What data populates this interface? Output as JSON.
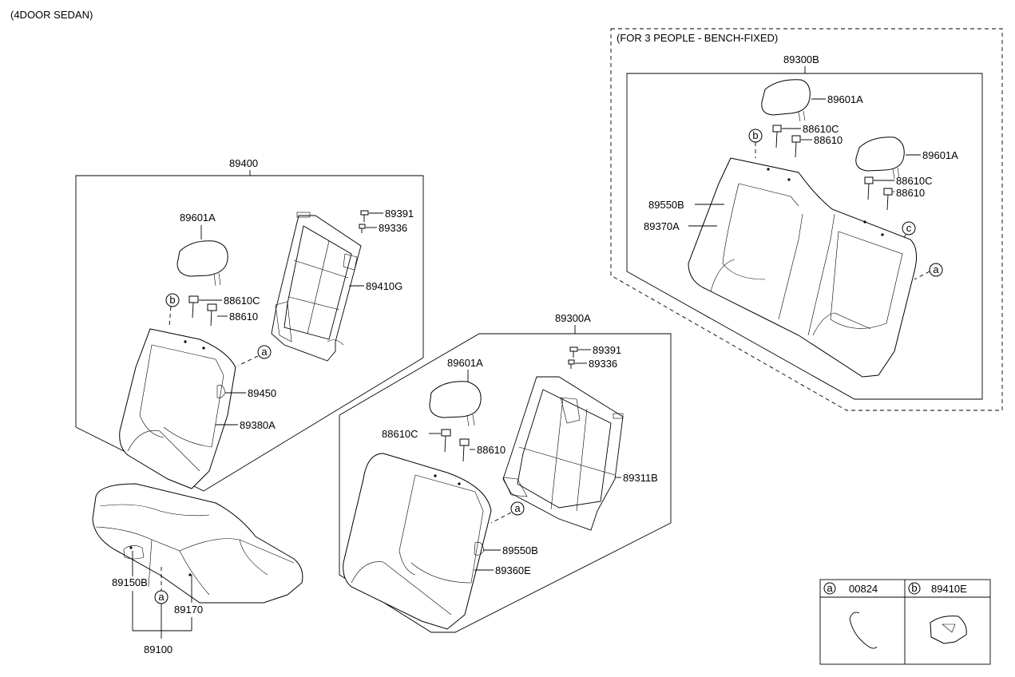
{
  "header": {
    "variant": "(4DOOR SEDAN)"
  },
  "bench_option": {
    "caption": "(FOR 3 PEOPLE - BENCH-FIXED)",
    "assembly": "89300B",
    "headrest_1": "89601A",
    "headrest_2": "89601A",
    "guide_1": "88610C",
    "guide_2": "88610",
    "guide_3": "88610C",
    "guide_4": "88610",
    "cover_tag": "89550B",
    "cover": "89370A",
    "marker_b": "b",
    "marker_c": "c",
    "marker_a": "a"
  },
  "left_back": {
    "assembly": "89400",
    "headrest": "89601A",
    "guide_1": "88610C",
    "guide_2": "88610",
    "marker_b": "b",
    "marker_a": "a",
    "frame": "89410G",
    "screw_1": "89391",
    "screw_2": "89336",
    "tag": "89450",
    "cover": "89380A"
  },
  "right_back": {
    "assembly": "89300A",
    "headrest": "89601A",
    "guide_1": "88610C",
    "guide_2": "88610",
    "screw_1": "89391",
    "screw_2": "89336",
    "frame": "89311B",
    "marker_a": "a",
    "tag": "89550B",
    "cover": "89360E"
  },
  "cushion": {
    "label_1": "89150B",
    "marker_a": "a",
    "label_2": "89170",
    "assembly": "89100"
  },
  "legend": {
    "a_marker": "a",
    "a_part": "00824",
    "b_marker": "b",
    "b_part": "89410E"
  }
}
